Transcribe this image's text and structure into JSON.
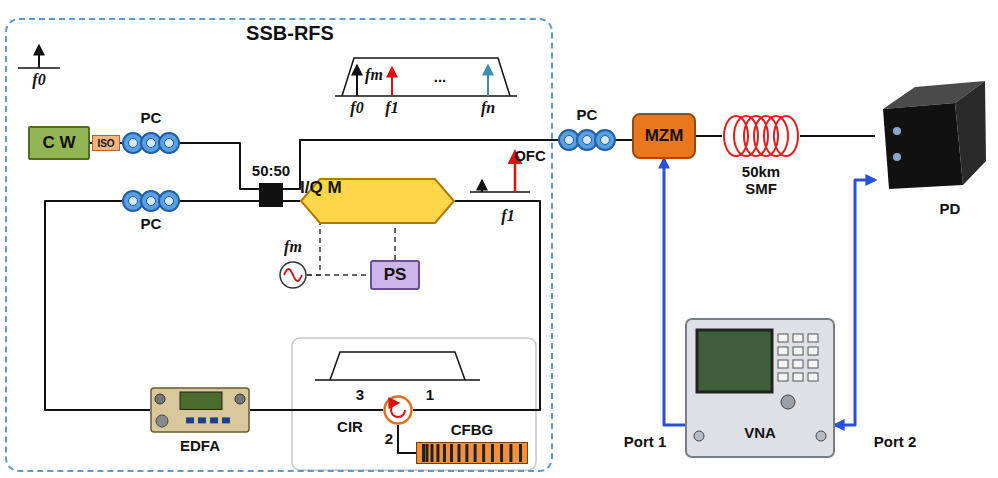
{
  "diagram": {
    "nodes": [
      {
        "text": [
          "SSB-RFS"
        ]
      },
      {
        "text": [
          "C W"
        ],
        "in": 0
      },
      {
        "text": [
          "ISO"
        ],
        "in": 0
      },
      {
        "text": [
          "PC"
        ],
        "in": 0
      },
      {
        "text": [
          "50:50"
        ],
        "in": 0
      },
      {
        "text": [
          "PC"
        ],
        "in": 0
      },
      {
        "text": [
          "I/Q M"
        ],
        "in": 0
      },
      {
        "text": [
          "fm"
        ],
        "in": 0
      },
      {
        "text": [
          "PS"
        ],
        "in": 0
      },
      {
        "text": [
          "EDFA"
        ],
        "in": 0
      },
      {
        "text": [
          "CIR"
        ],
        "in": 0
      },
      {
        "text": [
          "CFBG"
        ],
        "in": 0
      },
      {
        "text": [
          "PC"
        ]
      },
      {
        "text": [
          "MZM"
        ]
      },
      {
        "text": [
          "50km SMF"
        ]
      },
      {
        "text": [
          "PD"
        ]
      },
      {
        "text": [
          "VNA"
        ]
      }
    ],
    "edges": [
      {
        "from": 1,
        "to": 2,
        "arrow": "none"
      },
      {
        "from": 2,
        "to": 3,
        "arrow": "none"
      },
      {
        "from": 3,
        "to": 4,
        "arrow": "none"
      },
      {
        "from": 4,
        "to": 6,
        "arrow": "none"
      },
      {
        "from": 6,
        "to": 10,
        "arrow": "none"
      },
      {
        "from": 10,
        "to": 11,
        "arrow": "none"
      },
      {
        "from": 10,
        "to": 9,
        "arrow": "none"
      },
      {
        "from": 9,
        "to": 5,
        "arrow": "none"
      },
      {
        "from": 5,
        "to": 4,
        "arrow": "none"
      },
      {
        "from": 4,
        "to": 12,
        "arrow": "none"
      },
      {
        "from": 12,
        "to": 13,
        "arrow": "none"
      },
      {
        "from": 13,
        "to": 14,
        "arrow": "none"
      },
      {
        "from": 14,
        "to": 15,
        "arrow": "none"
      },
      {
        "from": 16,
        "to": 13,
        "arrow": "to"
      },
      {
        "from": 15,
        "to": 16,
        "arrow": "both"
      },
      {
        "from": 7,
        "to": 8,
        "arrow": "none"
      },
      {
        "from": 7,
        "to": 6,
        "arrow": "none"
      },
      {
        "from": 8,
        "to": 6,
        "arrow": "none"
      }
    ],
    "labels": [
      "f0",
      "OFC",
      "fm",
      "f0",
      "f1",
      "...",
      "fn",
      "f1",
      "3",
      "1",
      "2",
      "Port 1",
      "Port 2"
    ]
  }
}
